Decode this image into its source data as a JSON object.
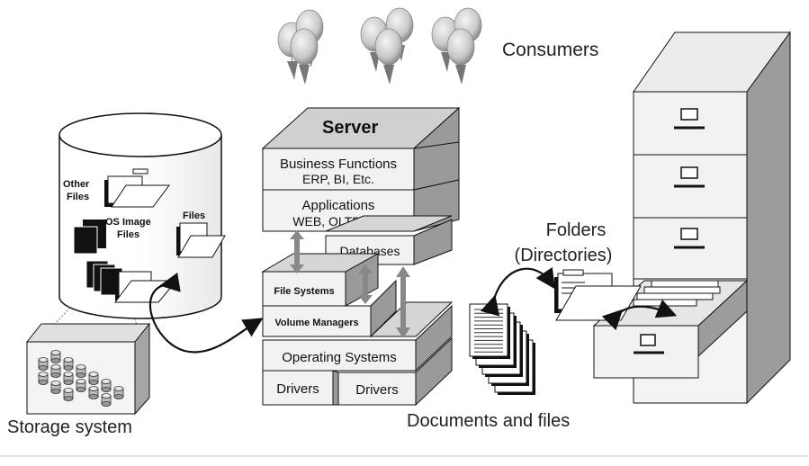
{
  "labels": {
    "consumers": "Consumers",
    "server": "Server",
    "business_functions": "Business Functions",
    "business_functions_sub": "ERP, BI, Etc.",
    "applications": "Applications",
    "applications_sub": "WEB, OLTP, Etc",
    "databases": "Databases",
    "file_systems": "File Systems",
    "volume_managers": "Volume Managers",
    "operating_systems": "Operating Systems",
    "drivers_left": "Drivers",
    "drivers_right": "Drivers",
    "other_files_line1": "Other",
    "other_files_line2": "Files",
    "os_image_line1": "OS Image",
    "os_image_line2": "Files",
    "files": "Files",
    "folders_line1": "Folders",
    "folders_line2": "(Directories)",
    "documents_and_files": "Documents and files",
    "storage_system": "Storage system"
  },
  "icons": [
    "balloon-consumer-icon",
    "folder-icon",
    "document-stack-icon",
    "disk-icon",
    "filing-cabinet-icon"
  ],
  "colors": {
    "box_face": "#f2f2f2",
    "box_top": "#cfcfcf",
    "box_side": "#9a9a9a",
    "cabinet_side": "#9c9c9c",
    "arrow": "#999999",
    "text": "#222222"
  }
}
